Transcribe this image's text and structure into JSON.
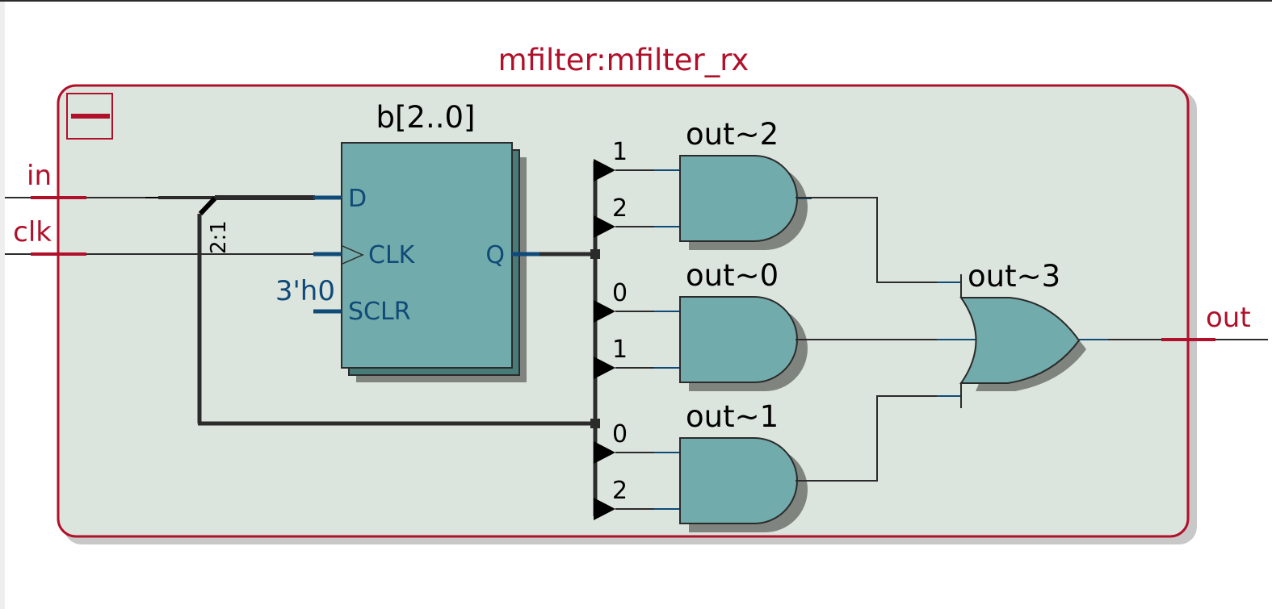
{
  "diagram": {
    "module": {
      "title": "mfilter:mfilter_rx",
      "collapse_icon": "minus-icon"
    },
    "ports": {
      "inputs": [
        {
          "name": "in"
        },
        {
          "name": "clk"
        }
      ],
      "outputs": [
        {
          "name": "out"
        }
      ]
    },
    "register": {
      "name": "b[2..0]",
      "pins": {
        "d": "D",
        "clk": "CLK",
        "sclr": "SCLR",
        "q": "Q"
      },
      "sclr_constant": "3'h0"
    },
    "bus_ripper_label": "2:1",
    "gates": [
      {
        "name": "out~2",
        "type": "AND",
        "inputs": [
          "1",
          "2"
        ]
      },
      {
        "name": "out~0",
        "type": "AND",
        "inputs": [
          "0",
          "1"
        ]
      },
      {
        "name": "out~1",
        "type": "AND",
        "inputs": [
          "0",
          "2"
        ]
      },
      {
        "name": "out~3",
        "type": "OR",
        "inputs": [
          "out~2",
          "out~0",
          "out~1"
        ]
      }
    ],
    "colors": {
      "module_border": "#b0102a",
      "module_fill": "#dce5dd",
      "block_fill": "#72abab",
      "block_shadow": "#7f847f",
      "pin_text": "#0f4a78",
      "wire": "#2b2b2b",
      "port_text": "#b0102a"
    }
  }
}
